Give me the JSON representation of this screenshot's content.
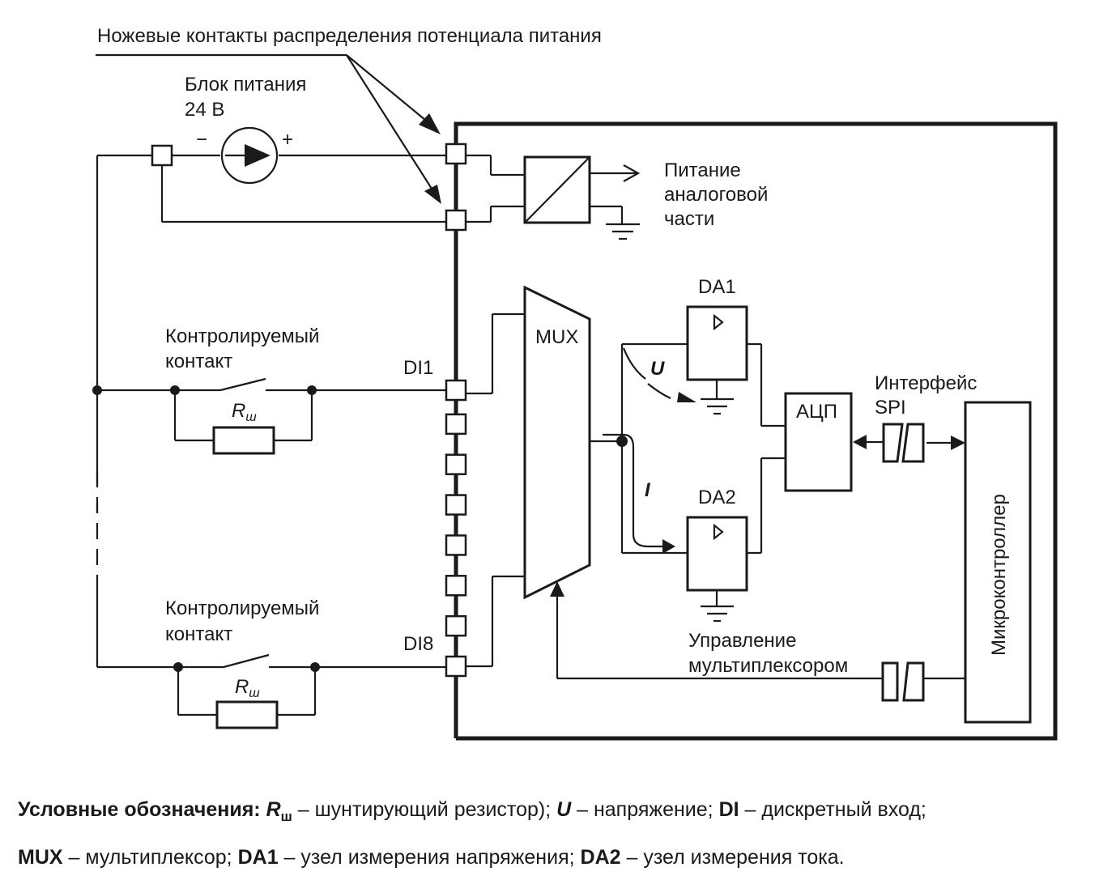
{
  "labels": {
    "knife_contacts": "Ножевые контакты распределения потенциала питания",
    "power_supply_line1": "Блок питания",
    "power_supply_line2": "24 В",
    "minus": "−",
    "plus": "+",
    "analog_power_line1": "Питание",
    "analog_power_line2": "аналоговой",
    "analog_power_line3": "части",
    "contact1_line1": "Контролируемый",
    "contact1_line2": "контакт",
    "contact2_line1": "Контролируемый",
    "contact2_line2": "контакт",
    "resistor_R": "R",
    "resistor_sub": "ш",
    "di1": "DI1",
    "di8": "DI8",
    "mux": "MUX",
    "da1": "DA1",
    "da2": "DA2",
    "u": "U",
    "i": "I",
    "adc": "АЦП",
    "spi_line1": "Интерфейс",
    "spi_line2": "SPI",
    "mcu": "Микроконтроллер",
    "mux_control_line1": "Управление",
    "mux_control_line2": "мультиплексором"
  },
  "legend": {
    "title": "Условные обозначения:",
    "items": [
      {
        "term": "R",
        "sub": "ш",
        "desc": " – шунтирующий резистор);",
        "style": "bold-italic"
      },
      {
        "term": "U",
        "desc": " – напряжение;",
        "style": "bold-italic"
      },
      {
        "term": "DI",
        "desc": " – дискретный вход;",
        "style": "bold"
      },
      {
        "term": "MUX",
        "desc": " – мультиплексор;",
        "style": "bold"
      },
      {
        "term": "DA1",
        "desc": " –  узел измерения напряжения;",
        "style": "bold"
      },
      {
        "term": "DA2",
        "desc": " – узел измерения тока.",
        "style": "bold"
      }
    ]
  },
  "terminals": {
    "power_count": 2,
    "input_count": 8
  }
}
